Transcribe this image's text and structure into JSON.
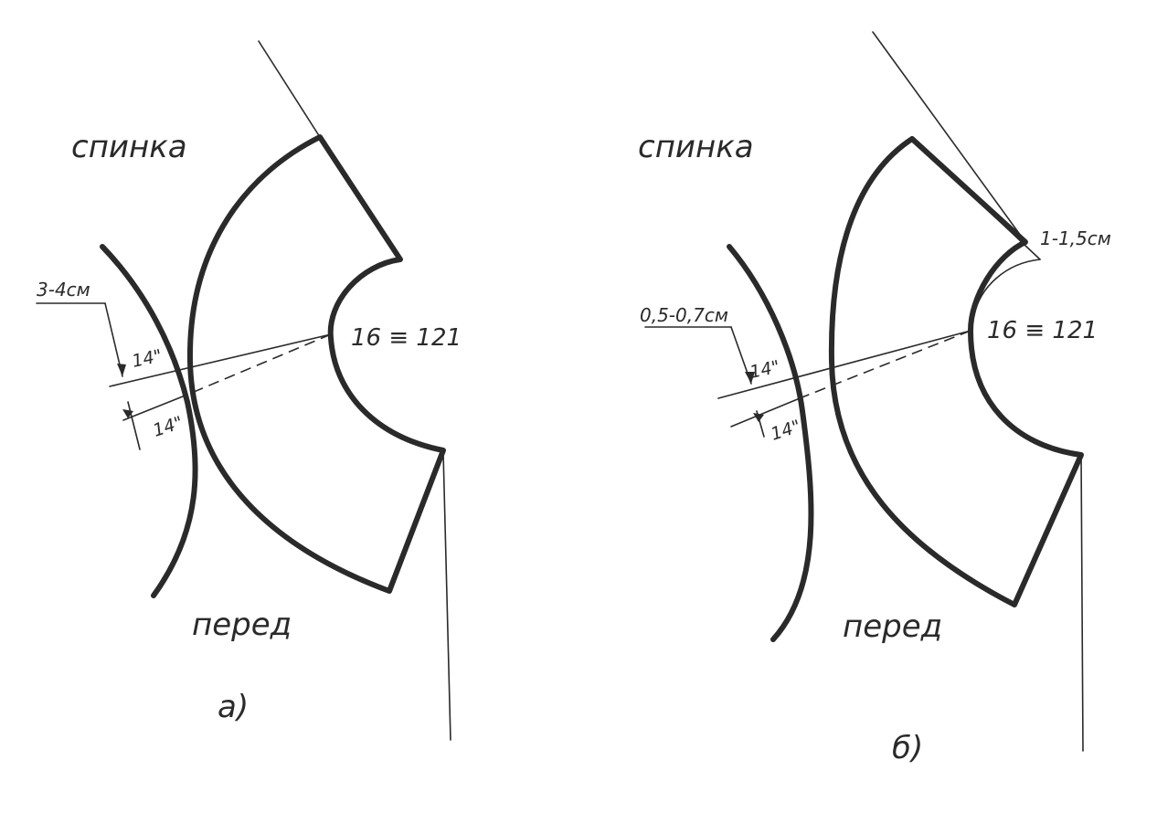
{
  "panel_a": {
    "label_back": "спинка",
    "label_front": "перед",
    "shoulder_marker": "16 ≡ 121",
    "measure_note": "3-4см",
    "angle_upper": "14\"",
    "angle_lower": "14\"",
    "caption": "а)"
  },
  "panel_b": {
    "label_back": "спинка",
    "label_front": "перед",
    "shoulder_marker": "16 ≡ 121",
    "measure_note": "0,5-0,7см",
    "top_offset_note": "1-1,5см",
    "angle_upper": "14\"",
    "angle_lower": "14\"",
    "caption": "б)"
  }
}
